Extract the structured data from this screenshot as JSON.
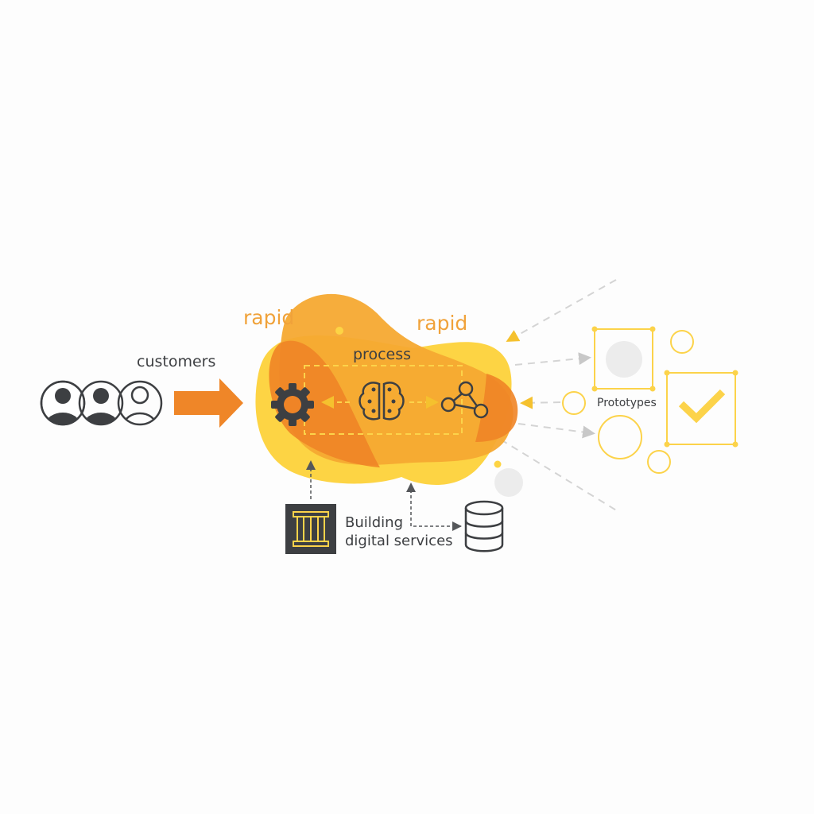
{
  "labels": {
    "customers": "customers",
    "rapid_left": "rapid",
    "rapid_right": "rapid",
    "process": "process",
    "prototypes": "Prototypes",
    "building_line1": "Building",
    "building_line2": "digital services"
  },
  "colors": {
    "yellow": "#fdd444",
    "orange": "#f6a931",
    "dark_orange": "#ef8426",
    "arrow_orange": "#ef8628",
    "icon_dark": "#3d3f42",
    "light_gray": "#ececec",
    "dash_gray": "#d4d4d4"
  }
}
